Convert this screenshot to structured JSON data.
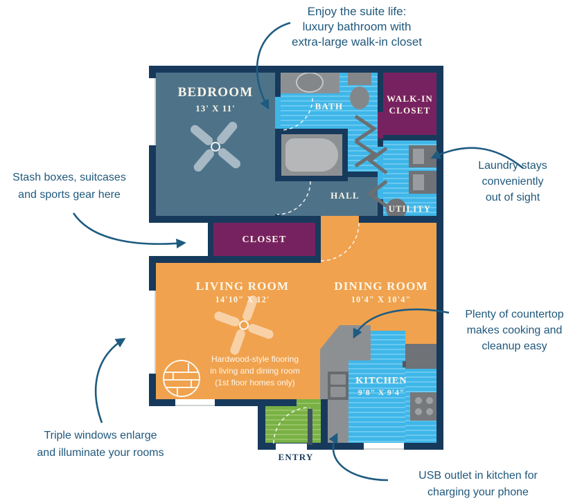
{
  "palette": {
    "wall_navy": "#173a5c",
    "room_slate": "#4e7389",
    "room_blue": "#3fb6e8",
    "room_purple": "#772260",
    "room_orange": "#f0a24e",
    "room_green": "#79b145",
    "fixture_gray": "#8d9093",
    "annotation_ink": "#20587c",
    "label_cream": "#fdf6ea"
  },
  "rooms": {
    "bedroom": {
      "name": "BEDROOM",
      "dims": "13' X 11'"
    },
    "bath": {
      "name": "BATH"
    },
    "walk_in_closet": {
      "line1": "WALK-IN",
      "line2": "CLOSET"
    },
    "hall": {
      "name": "HALL"
    },
    "utility": {
      "name": "UTILITY"
    },
    "closet": {
      "name": "CLOSET"
    },
    "living_room": {
      "name": "LIVING ROOM",
      "dims": "14'10\" X 12'"
    },
    "dining_room": {
      "name": "DINING ROOM",
      "dims": "10'4\" X 10'4\""
    },
    "kitchen": {
      "name": "KITCHEN",
      "dims": "9'8\" X 9'4\""
    },
    "entry": {
      "name": "ENTRY"
    }
  },
  "notes": {
    "hardwood": {
      "lines": [
        "Hardwood-style flooring",
        "in living and dining room",
        "(1st floor homes only)"
      ]
    }
  },
  "annotations": {
    "suite": {
      "lines": [
        "Enjoy the suite life:",
        "luxury bathroom with",
        "extra-large walk-in closet"
      ]
    },
    "stash": {
      "lines": [
        "Stash boxes, suitcases",
        "and sports gear here"
      ]
    },
    "laundry": {
      "lines": [
        "Laundry stays",
        "conveniently",
        "out of sight"
      ]
    },
    "countertop": {
      "lines": [
        "Plenty of countertop",
        "makes cooking and",
        "cleanup easy"
      ]
    },
    "windows": {
      "lines": [
        "Triple windows enlarge",
        "and illuminate your rooms"
      ]
    },
    "usb": {
      "lines": [
        "USB outlet in kitchen for",
        "charging your phone"
      ]
    }
  },
  "icons": {
    "ceiling_fan": "ceiling-fan",
    "hardwood_flooring": "hardwood-flooring-circle"
  }
}
